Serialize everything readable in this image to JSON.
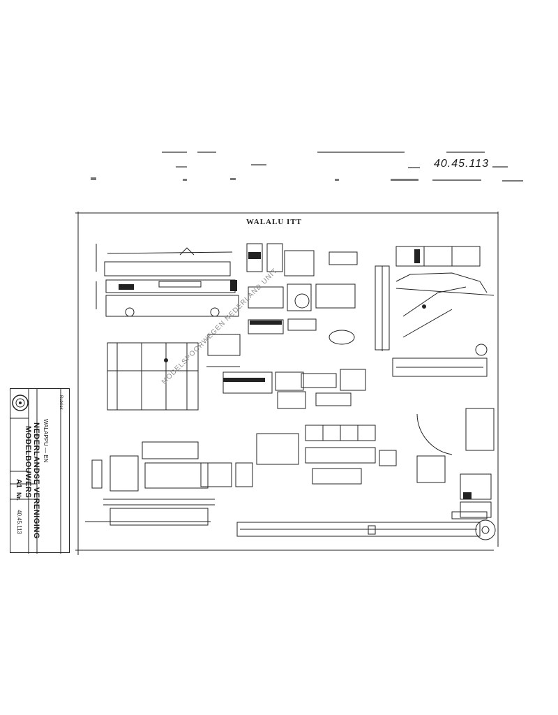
{
  "scan": {
    "reference_number": "40.45.113"
  },
  "drawing": {
    "title": "WALALU ITT",
    "subtitle": "Gezichten en details",
    "watermark": "MODELSPOORWEGEN NEDERLAND UNIT"
  },
  "titleblock": {
    "organization_line1": "NEDERLANDSE VERENIGING",
    "organization_line2": "MODELBOUWERS",
    "subject": "WALAPPU — EN",
    "small_label": "Rubriek",
    "format": "A1",
    "number_label": "Nr.",
    "number": "40.45.113"
  }
}
